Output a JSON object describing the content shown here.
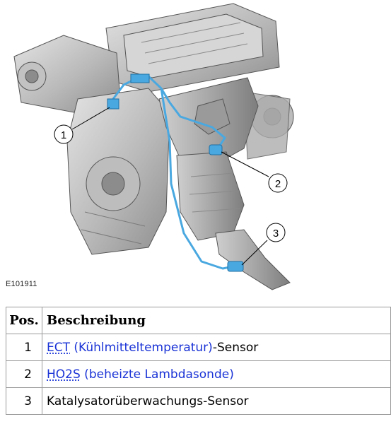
{
  "figure": {
    "id": "E101911",
    "callouts": [
      "1",
      "2",
      "3"
    ]
  },
  "table": {
    "headers": {
      "pos": "Pos.",
      "desc": "Beschreibung"
    },
    "rows": [
      {
        "pos": "1",
        "abbr": "ECT",
        "link_rest": " (Kühlmitteltemperatur)",
        "suffix": "-Sensor"
      },
      {
        "pos": "2",
        "abbr": "HO2S",
        "link_rest": " (beheizte Lambdasonde)",
        "suffix": ""
      },
      {
        "pos": "3",
        "abbr": "",
        "link_rest": "",
        "suffix": "Katalysatorüberwachungs-Sensor"
      }
    ]
  },
  "colors": {
    "link": "#1a33d6",
    "sensor": "#4aa8e0",
    "engine": "#9a9a9a"
  }
}
